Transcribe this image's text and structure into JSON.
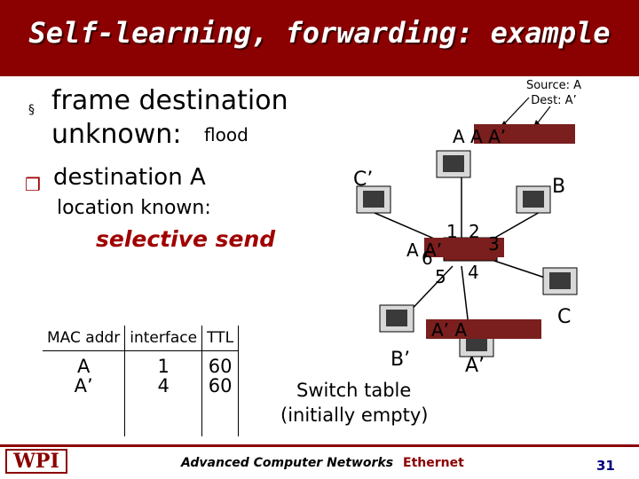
{
  "title": "Self-learning, forwarding: example",
  "bullets": {
    "item1_line1": "frame destination",
    "item1_line2": "unknown:",
    "item1_extra": "flood",
    "item2_line1": "destination A",
    "item2_line2": "location known:",
    "item2_line3": "selective send"
  },
  "table": {
    "headers": [
      "MAC addr",
      "interface",
      "TTL"
    ],
    "col_mac": "A\nA’",
    "col_iface": "1\n4",
    "col_ttl": "60\n60"
  },
  "table_caption_line1": "Switch table",
  "table_caption_line2": "(initially empty)",
  "network": {
    "source_label": "Source: A",
    "dest_label": "Dest: A’",
    "node_C_prime": "C’",
    "node_B": "B",
    "node_B_prime": "B’",
    "node_A_prime": "A’",
    "node_C": "C",
    "frame_top": "A A A’",
    "frame_mid": "A A’",
    "frame_bottom": "A’ A",
    "ports": [
      "1",
      "2",
      "3",
      "4",
      "5",
      "6"
    ]
  },
  "footer": {
    "course": "Advanced Computer Networks",
    "topic": "Ethernet",
    "page": "31",
    "logo": "WPI"
  },
  "colors": {
    "brand": "#8b0000",
    "frame": "#7a1e1e"
  }
}
